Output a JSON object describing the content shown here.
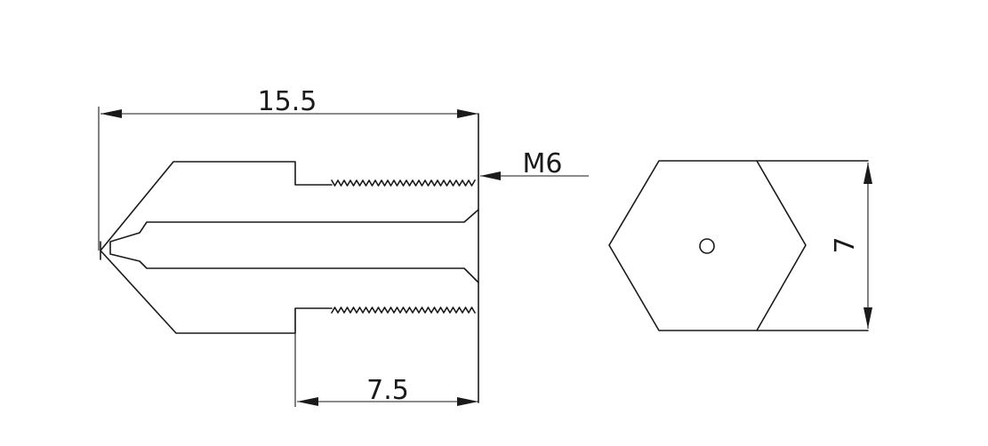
{
  "drawing": {
    "dimensions": {
      "overall_length": "15.5",
      "thread_length": "7.5",
      "thread_size": "M6",
      "hex_across_flats": "7"
    },
    "line_color": "#1a1a1a",
    "background": "#ffffff"
  }
}
